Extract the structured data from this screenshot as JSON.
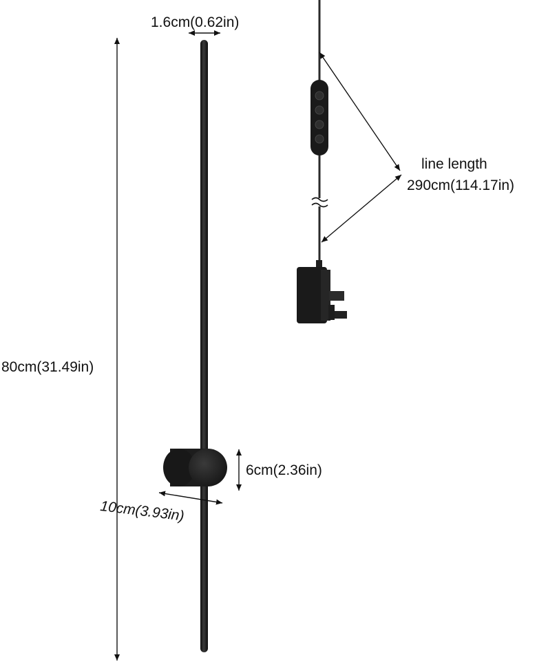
{
  "product": {
    "colors": {
      "lamp_body": "#1c1c1c",
      "mount": "#202020",
      "cable": "#2a2a2a",
      "dimension_lines": "#111111",
      "background": "#ffffff"
    },
    "icons": [
      "lamp-bar-icon",
      "wall-mount-icon",
      "dimmer-switch-icon",
      "power-adapter-icon",
      "cable-break-icon"
    ]
  },
  "dimensions": {
    "bar_width": "1.6cm(0.62in)",
    "bar_length": "80cm(31.49in)",
    "mount_height": "6cm(2.36in)",
    "mount_depth": "10cm(3.93in)",
    "line_length_label": "line length",
    "line_length_value": "290cm(114.17in)"
  }
}
